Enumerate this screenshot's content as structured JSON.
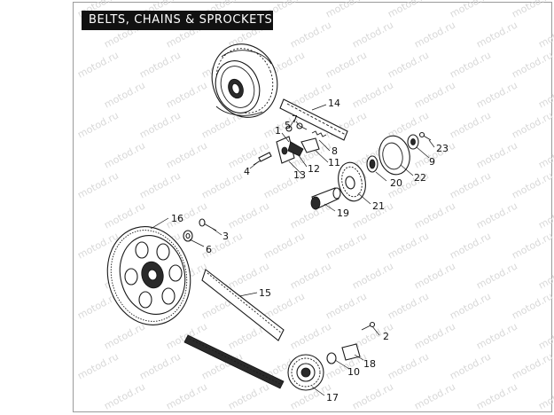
{
  "title": "BELTS, CHAINS & SPROCKETS",
  "watermark_text": "motod.ru",
  "callouts": [
    {
      "id": "c1",
      "text": "1"
    },
    {
      "id": "c2",
      "text": "2"
    },
    {
      "id": "c3",
      "text": "3"
    },
    {
      "id": "c4",
      "text": "4"
    },
    {
      "id": "c5",
      "text": "5"
    },
    {
      "id": "c6",
      "text": "6"
    },
    {
      "id": "c7",
      "text": "7"
    },
    {
      "id": "c8",
      "text": "8"
    },
    {
      "id": "c9",
      "text": "9"
    },
    {
      "id": "c10",
      "text": "10"
    },
    {
      "id": "c11",
      "text": "11"
    },
    {
      "id": "c12",
      "text": "12"
    },
    {
      "id": "c13",
      "text": "13"
    },
    {
      "id": "c14",
      "text": "14"
    },
    {
      "id": "c15",
      "text": "15"
    },
    {
      "id": "c16",
      "text": "16"
    },
    {
      "id": "c17",
      "text": "17"
    },
    {
      "id": "c18",
      "text": "18"
    },
    {
      "id": "c19",
      "text": "19"
    },
    {
      "id": "c20",
      "text": "20"
    },
    {
      "id": "c21",
      "text": "21"
    },
    {
      "id": "c22",
      "text": "22"
    },
    {
      "id": "c23",
      "text": "23"
    }
  ],
  "colors": {
    "title_bg": "#111111",
    "title_text": "#ffffff",
    "watermark": "#d8d8d8",
    "line": "#1a1a1a"
  }
}
